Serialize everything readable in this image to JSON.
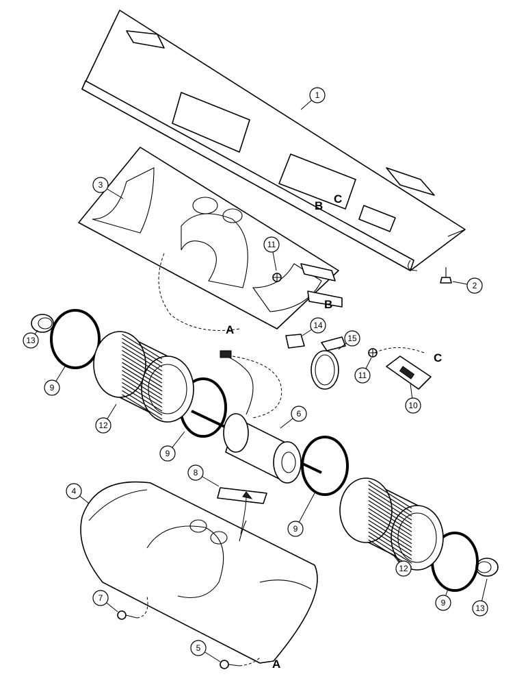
{
  "callouts": [
    "1",
    "2",
    "3",
    "4",
    "5",
    "6",
    "7",
    "8",
    "9",
    "10",
    "11",
    "12",
    "13",
    "14",
    "15"
  ],
  "refs": {
    "A": "A",
    "B": "B",
    "C": "C"
  }
}
